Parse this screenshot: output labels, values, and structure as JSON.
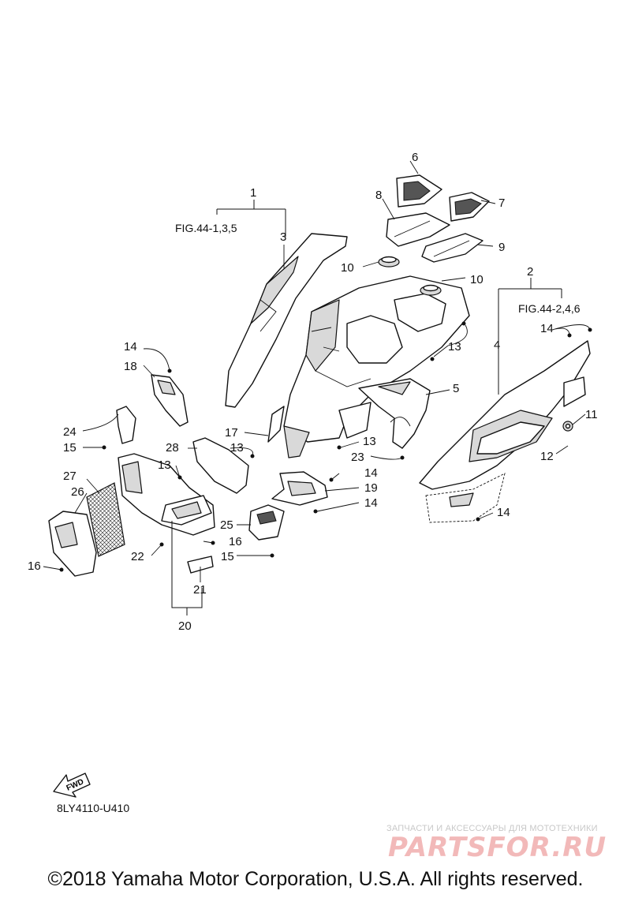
{
  "diagram": {
    "callouts": {
      "c1": "1",
      "c2": "2",
      "c3": "3",
      "c4": "4",
      "c5": "5",
      "c6": "6",
      "c7": "7",
      "c8": "8",
      "c9": "9",
      "c10a": "10",
      "c10b": "10",
      "c11": "11",
      "c12": "12",
      "c13a": "13",
      "c13b": "13",
      "c13c": "13",
      "c13d": "13",
      "c14a": "14",
      "c14b": "14",
      "c14c": "14",
      "c14d": "14",
      "c14e": "14",
      "c15a": "15",
      "c15b": "15",
      "c16a": "16",
      "c16b": "16",
      "c17": "17",
      "c18": "18",
      "c19": "19",
      "c20": "20",
      "c21": "21",
      "c22": "22",
      "c23": "23",
      "c24": "24",
      "c25": "25",
      "c26": "26",
      "c27": "27",
      "c28": "28"
    },
    "figure_refs": {
      "left": "FIG.44-1,3,5",
      "right": "FIG.44-2,4,6"
    },
    "fwd_label": "FWD"
  },
  "diagram_code": "8LY4110-U410",
  "watermark": {
    "caption": "ЗАПЧАСТИ И АКСЕССУАРЫ ДЛЯ МОТОТЕХНИКИ",
    "logo": "PARTSFOR.RU",
    "logo_color": "#f2b9b9"
  },
  "copyright": "©2018 Yamaha Motor Corporation, U.S.A. All rights reserved."
}
